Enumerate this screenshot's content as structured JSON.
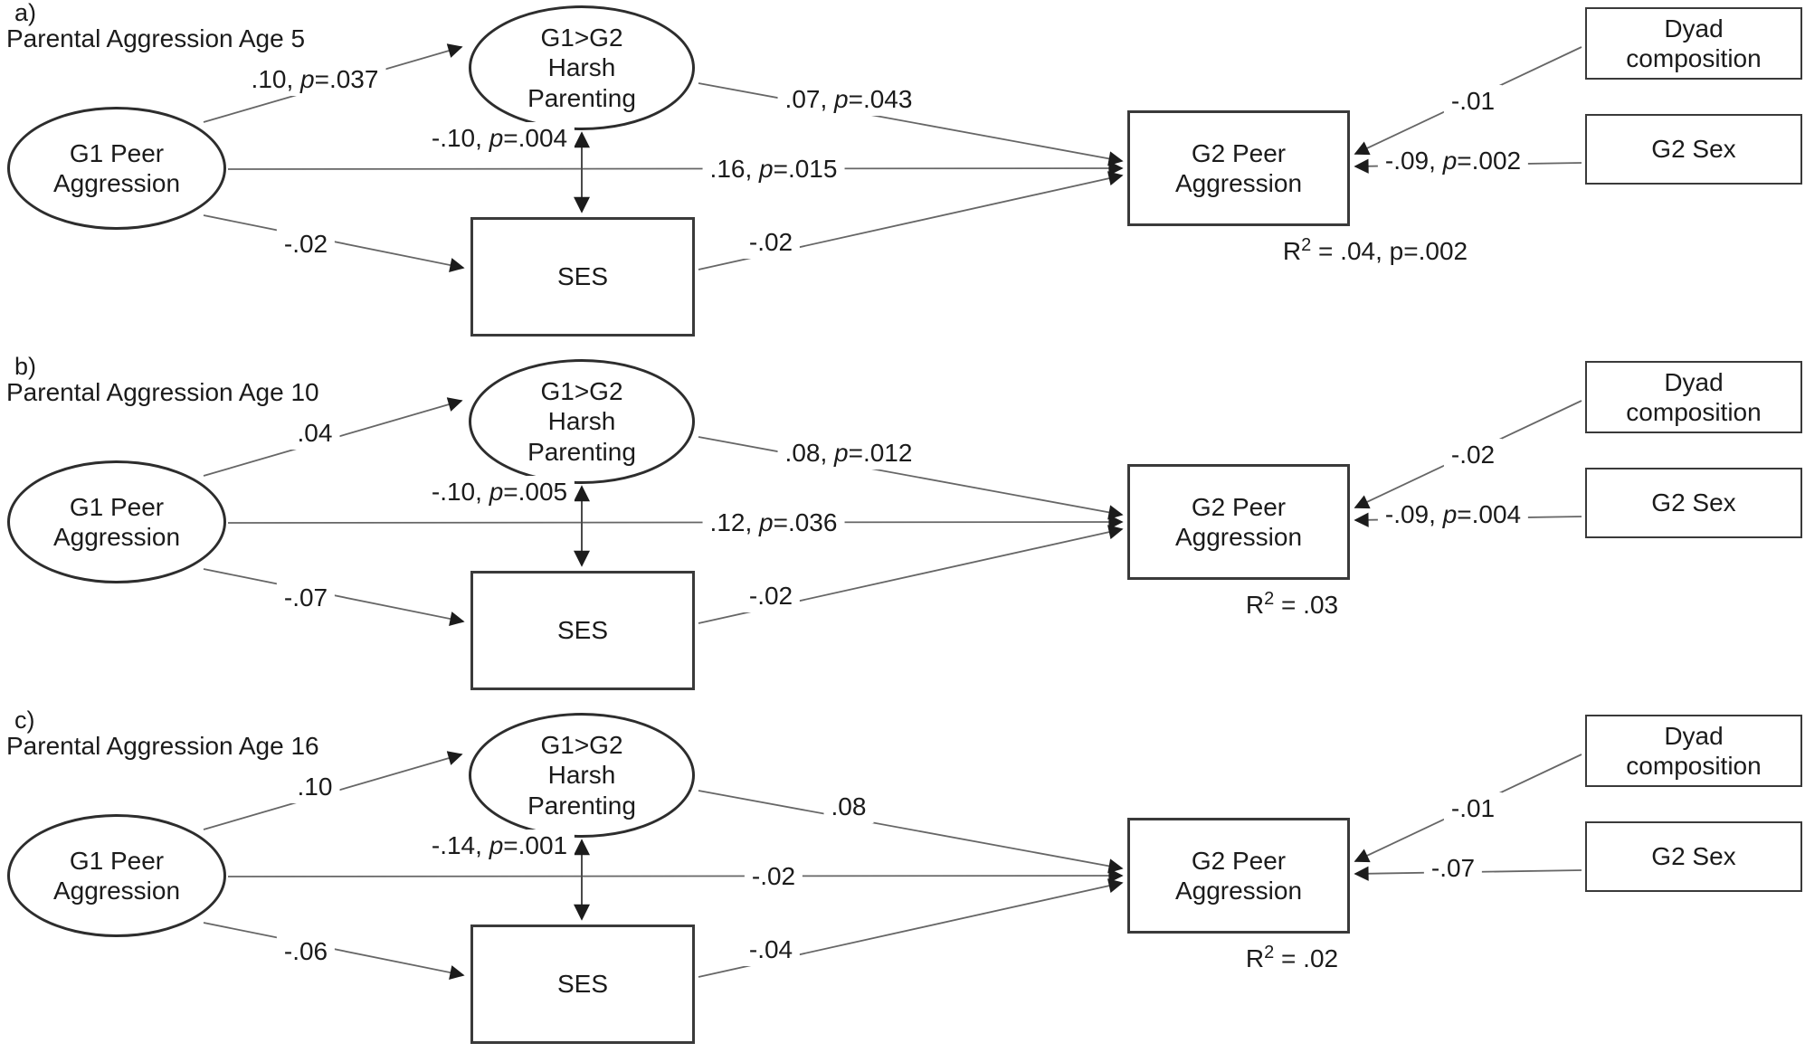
{
  "colors": {
    "ink": "#1b1b1b",
    "line": "#666666",
    "border": "#2d2d2d",
    "background": "#ffffff"
  },
  "figure": {
    "panels": [
      {
        "label": "a)",
        "title": "Parental Aggression Age 5",
        "nodes": {
          "g1": "G1 Peer\nAggression",
          "harsh": "G1>G2\nHarsh\nParenting",
          "ses": "SES",
          "g2": "G2 Peer\nAggression",
          "dyad": "Dyad\ncomposition",
          "sex": "G2 Sex"
        },
        "paths": {
          "g1_harsh": {
            "pre": ".10, ",
            "p": "p",
            "post": "=.037"
          },
          "harsh_ses": {
            "pre": "-.10, ",
            "p": "p",
            "post": "=.004"
          },
          "g1_g2": {
            "pre": ".16, ",
            "p": "p",
            "post": "=.015"
          },
          "harsh_g2": {
            "pre": ".07, ",
            "p": "p",
            "post": "=.043"
          },
          "g1_ses": {
            "pre": "-.02"
          },
          "ses_g2": {
            "pre": "-.02"
          },
          "dyad_g2": {
            "pre": "-.01"
          },
          "sex_g2": {
            "pre": "-.09, ",
            "p": "p",
            "post": "=.002"
          }
        },
        "r2": {
          "pre": "R",
          "sup": "2",
          "post": " = .04, p=.002"
        }
      },
      {
        "label": "b)",
        "title": "Parental Aggression Age 10",
        "nodes": {
          "g1": "G1 Peer\nAggression",
          "harsh": "G1>G2\nHarsh\nParenting",
          "ses": "SES",
          "g2": "G2 Peer\nAggression",
          "dyad": "Dyad\ncomposition",
          "sex": "G2 Sex"
        },
        "paths": {
          "g1_harsh": {
            "pre": ".04"
          },
          "harsh_ses": {
            "pre": "-.10, ",
            "p": "p",
            "post": "=.005"
          },
          "g1_g2": {
            "pre": ".12, ",
            "p": "p",
            "post": "=.036"
          },
          "harsh_g2": {
            "pre": ".08, ",
            "p": "p",
            "post": "=.012"
          },
          "g1_ses": {
            "pre": "-.07"
          },
          "ses_g2": {
            "pre": "-.02"
          },
          "dyad_g2": {
            "pre": "-.02"
          },
          "sex_g2": {
            "pre": "-.09, ",
            "p": "p",
            "post": "=.004"
          }
        },
        "r2": {
          "pre": "R",
          "sup": "2",
          "post": " = .03"
        }
      },
      {
        "label": "c)",
        "title": "Parental Aggression Age 16",
        "nodes": {
          "g1": "G1 Peer\nAggression",
          "harsh": "G1>G2\nHarsh\nParenting",
          "ses": "SES",
          "g2": "G2 Peer\nAggression",
          "dyad": "Dyad\ncomposition",
          "sex": "G2 Sex"
        },
        "paths": {
          "g1_harsh": {
            "pre": ".10"
          },
          "harsh_ses": {
            "pre": "-.14, ",
            "p": "p",
            "post": "=.001"
          },
          "g1_g2": {
            "pre": "-.02"
          },
          "harsh_g2": {
            "pre": ".08"
          },
          "g1_ses": {
            "pre": "-.06"
          },
          "ses_g2": {
            "pre": "-.04"
          },
          "dyad_g2": {
            "pre": "-.01"
          },
          "sex_g2": {
            "pre": "-.07"
          }
        },
        "r2": {
          "pre": "R",
          "sup": "2",
          "post": " = .02"
        }
      }
    ]
  }
}
